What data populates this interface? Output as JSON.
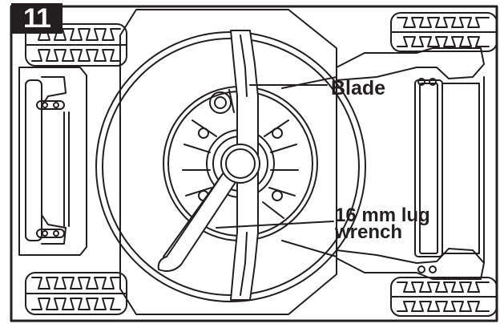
{
  "figure": {
    "step_number": "11",
    "callouts": {
      "blade": "Blade",
      "wrench_line1": "16 mm lug",
      "wrench_line2": "wrench"
    }
  },
  "colors": {
    "ink": "#231f20",
    "paper": "#ffffff",
    "badge_text": "#ffffff"
  }
}
